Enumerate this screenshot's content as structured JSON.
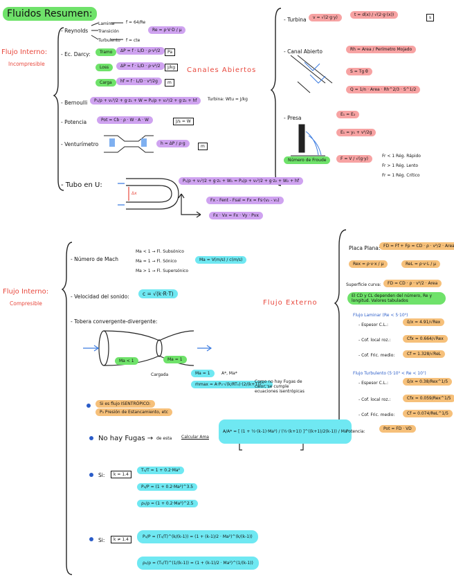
{
  "title": "Fluidos Resumen:",
  "sec_incomp": {
    "heading1": "Flujo Interno:",
    "heading2": "Incompresible",
    "reynolds_label": "- Reynolds",
    "laminar": "Laminar",
    "transicion": "Transición",
    "turbulento": "Turbulento",
    "f_laminar": "f = 64/Re",
    "f_turb": "f = cte",
    "re_formula": "Re = ρ·V·D / μ",
    "ec_darcy_label": "- Ec. Darcy:",
    "tramo": "Tramo",
    "tramo_formula": "ΔP = f · L/D · ρ·v²/2",
    "loss": "Loss",
    "loss_formula": "ΔP = f · L/D · ρ·v²/2",
    "carga": "Carga",
    "carga_formula": "hf = f · L/D · v²/2g",
    "u1": "Pa",
    "u2": "J/kg",
    "u3": "m",
    "canales_abiertos": "Canales Abiertos",
    "bernoulli_label": "- Bernoulli",
    "bernoulli_formula": "P₁/ρ + v₁²/2 + g·z₁ + W = P₂/ρ + v₂²/2 + g·z₂ + hf",
    "turbina": "Turbina: Wtu = J/kg",
    "potencia_label": "- Potencia",
    "potencia_formula": "Pot = Cb · ρ · W · A · W",
    "u_pot": "J/s = W",
    "venturimetro_label": "- Venturímetro",
    "venturi_formula": "h = ΔP / ρ·g",
    "u_venturi": "m",
    "tubo_u_label": "- Tubo en U:",
    "tubo_u_f1": "P₁/ρ + v₁²/2 + g·z₁ + W₁ = P₂/ρ + v₂²/2 + g·z₂ + W₂ + hf",
    "tubo_u_f2": "Fx - Fent - Fsal = Fx = Fs·(v₂ - v₁)",
    "tubo_u_f3": "Fx · Vx = Fx · Vy · Pvx",
    "dx": "Δx"
  },
  "sec_canales": {
    "turbina_label": "- Turbina",
    "turbina_formula": "v = √(2·g·y)",
    "tiempo_formula": "t = d(x) / √(2·g·(x))",
    "u_s": "s",
    "canal_label": "- Canal Abierto",
    "rh_formula": "Rh = Area / Perímetro Mojado",
    "s_formula": "S = Tg θ",
    "q_formula": "Q = 1/n · Area · Rh^2/3 · S^1/2",
    "presa_label": "- Presa",
    "e_formula": "E₁ = E₂",
    "e2_formula": "E₁ = y₁ + v²/2g",
    "froude_label": "Número de Froude",
    "froude_formula": "F = V / √(g·y)",
    "fr_lt": "Fr < 1  Rég. Rápido",
    "fr_gt": "Fr > 1  Rég. Lento",
    "fr_eq": "Fr = 1  Rég. Crítico"
  },
  "sec_comp": {
    "heading1": "Flujo Interno:",
    "heading2": "Compresible",
    "mach_label": "- Número de Mach",
    "ma_lt": "Ma < 1 → Fl. Subsónico",
    "ma_eq": "Ma = 1 → Fl. Sónico",
    "ma_gt": "Ma > 1 → Fl. Supersónico",
    "ma_formula": "Ma = V(m/s) / c(m/s)",
    "vel_sonido_label": "- Velocidad del sonido:",
    "c_formula": "c = √(k·R·T)",
    "tobera_label": "- Tobera convergente-divergente:",
    "ma_inlet": "Ma < 1",
    "ma_throat": "Ma = 1",
    "cargada": "Cargada",
    "ma1": "Ma = 1",
    "astar": "A*, Ma*",
    "mmax": "ṁmax = A·P₀·√(k/RT₀)·(2/(k+1))^...",
    "cuando": "Como no hay Fugas de calor, se cumple ecuaciones isentrópicas",
    "isentropico": "Si es flujo ISENTRÓPICO:",
    "presion_est": "P₀ Presión de Estancamiento, etc",
    "no_fugas": "No hay Fugas →",
    "de_este": "de esta",
    "calculo": "Calcular Ama",
    "a_formula": "A/A* = [ (1 + ½·(k-1)·Ma²) / (½·(k+1)) ]^((k+1)/2(k-1)) / Ma",
    "si1": "Si:",
    "k14": "k = 1.4",
    "iso1": "T₀/T = 1 + 0.2·Ma²",
    "iso2": "P₀/P = (1 + 0.2·Ma²)^3.5",
    "iso3": "ρ₀/ρ = (1 + 0.2·Ma²)^2.5",
    "si2": "Si:",
    "kne14": "k ≠ 1.4",
    "iso4": "P₀/P = (T₀/T)^(k/(k-1)) = (1 + (k-1)/2 · Ma²)^(k/(k-1))",
    "iso5": "ρ₀/ρ = (T₀/T)^(1/(k-1)) = (1 + (k-1)/2 · Ma²)^(1/(k-1))"
  },
  "sec_ext": {
    "heading": "Flujo Externo",
    "placa_label": "Placa Plana:",
    "placa_formula": "FD = Ff + Fp = CD · ρ · v²/2 · Area",
    "re1": "Rex = ρ·v·x / μ",
    "re2": "ReL = ρ·v·L / μ",
    "superficie_label": "Superficie curva:",
    "sup_formula": "FD = CD · ρ · v²/2 · Area",
    "cd_note": "El CD y CL dependen del número, Re y longitud. Valores tabulados",
    "laminar_label": "Flujo Laminar (Re < 5·10⁵)",
    "esp_cl": "- Espesor C.L.:",
    "esp_cl_f": "δ/x = 4.91/√Rex",
    "cof_local": "- Cof. local roz.:",
    "cof_local_f": "Cfx = 0.664/√Rex",
    "cof_medio": "- Cof. Fric. medio:",
    "cof_medio_f": "Cf = 1.328/√ReL",
    "turb_label": "Flujo Turbulento (5·10⁵ < Re < 10⁷)",
    "esp_cl_t": "- Espesor C.L.:",
    "esp_cl_t_f": "δ/x = 0.38/Rex^1/5",
    "cof_local_t": "- Cof. local roz.:",
    "cof_local_t_f": "Cfx = 0.059/Rex^1/5",
    "cof_medio_t": "- Cof. Fric. medio:",
    "cof_medio_t_f": "Cf = 0.074/ReL^1/5",
    "potencia_label": "Potencia:",
    "potencia_formula": "Pot = FD · VD"
  },
  "colors": {
    "green": "#6fe26a",
    "purple": "#cfa3f0",
    "red_pink": "#f7a3a3",
    "orange": "#f6c07a",
    "cyan": "#6fe8f2",
    "heading_red": "#e8483d",
    "bullet_blue": "#2a5cc8"
  }
}
